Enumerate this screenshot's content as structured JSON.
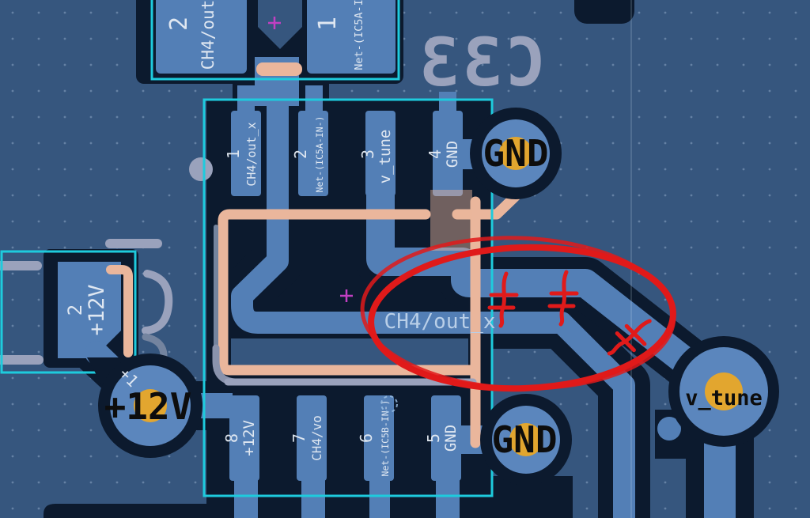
{
  "app": "pcb-layout-view",
  "colors": {
    "background": "#36567e",
    "copper_back": "#537fb6",
    "copper_front": "#eab69c",
    "clearance_navy": "#0c1a2e",
    "via_hole_yellow": "#e2a62f",
    "courtyard_cyan": "#1ecbdd",
    "silkscreen_gray": "#9aa2bc",
    "annotation_red": "#e01a1a",
    "anchor_magenta": "#c23fc2"
  },
  "top_capacitor": {
    "ref_mirrored": "C33",
    "pads": [
      {
        "number": "2",
        "net": "CH4/out"
      },
      {
        "number": "1",
        "net": "Net-(IC5A-I"
      }
    ]
  },
  "ic": {
    "top_pads": [
      {
        "number": "1",
        "net": "CH4/out_x"
      },
      {
        "number": "2",
        "net": "Net-(IC5A-IN-)"
      },
      {
        "number": "3",
        "net": "v_tune"
      },
      {
        "number": "4",
        "net": "GND"
      }
    ],
    "bottom_pads": [
      {
        "number": "8",
        "net": "+12V"
      },
      {
        "number": "7",
        "net": "CH4/vo"
      },
      {
        "number": "6",
        "net": "Net-(IC5B-IN-)"
      },
      {
        "number": "5",
        "net": "GND"
      }
    ]
  },
  "left_capacitor": {
    "pad_number": "2",
    "pad_net": "+12V"
  },
  "vias": {
    "gnd_top_label": "GND",
    "gnd_bottom_label": "GND",
    "p12v_label": "+12V",
    "p12v_diag_label": "+1",
    "v_tune_label": "v_tune"
  },
  "trace_label": "CH4/out_x"
}
